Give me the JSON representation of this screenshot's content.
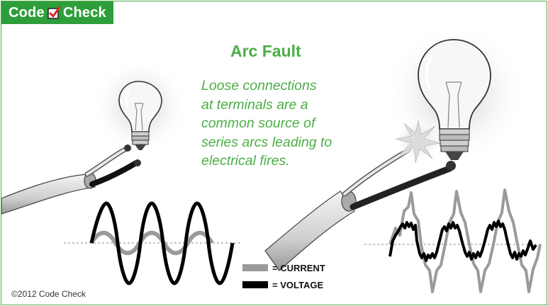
{
  "logo": {
    "left": "Code",
    "right": "Check",
    "icon": "checkbox-icon"
  },
  "title": "Arc Fault",
  "caption": [
    "Loose connections",
    "at terminals are a",
    "common source of",
    "series arcs leading to",
    "electrical fires."
  ],
  "legend": {
    "current": "= CURRENT",
    "voltage": "= VOLTAGE",
    "current_color": "#9a9a9a",
    "voltage_color": "#000000"
  },
  "copyright": "©2012 Code Check",
  "colors": {
    "accent": "#4cae47",
    "logo_bg": "#2e9e3b"
  }
}
